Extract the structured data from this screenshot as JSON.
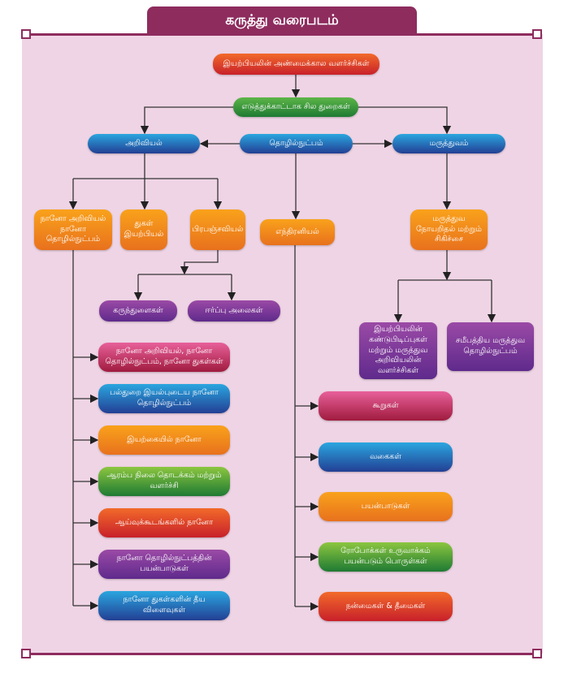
{
  "title": "கருத்து வரைபடம்",
  "colors": {
    "frame": "#8e2c5e",
    "panel": "#efd4e5"
  },
  "nodes": {
    "root": "இயற்பியலின் அண்மைக்கால வளர்ச்சிகள்",
    "examples": "எடுத்துக்காட்டாக சில துறைகள்",
    "science": "அறிவியல்",
    "technology": "தொழில்நுட்பம்",
    "medicine": "மருத்துவம்",
    "nano": "நானோ அறிவியல் நானோ தொழில்நுட்பம்",
    "particle": "துகள் இயற்பியல்",
    "cosmology": "பிரபஞ்சவியல்",
    "robotics": "எந்திரனியல்",
    "diagnosis": "மருத்துவ நோயறிதல் மற்றும் சிகிச்சை",
    "blackholes": "கருந்துளைகள்",
    "gravwaves": "ஈர்ப்பு அலைகள்",
    "discoveries": "இயற்பியலின் கண்டுபிடிப்புகள் மற்றும் மருத்துவ அறிவியலின் வளர்ச்சிகள்",
    "recent_med": "சமீபத்திய மருத்துவ தொழில்நுட்பம்"
  },
  "nano_list": [
    "நானோ அறிவியல், நானோ தொழில்நுட்பம்,  நானோ துகள்கள்",
    "பல்துறை இயல்புடைய நானோ தொழில்நுட்பம்",
    "இயற்கையில் நானோ",
    "ஆரம்ப நிலை தொடக்கம் மற்றும்  வளர்ச்சி",
    "ஆய்வுக்கூடங்களில் நானோ",
    "நானோ தொழில்நுட்பத்தின் பயன்பாடுகள்",
    "நானோ துகள்களின் தீய விளைவுகள்"
  ],
  "robot_list": [
    "கூறுகள்",
    "வகைகள்",
    "பயன்பாடுகள்",
    "ரோபோக்கள் உருவாக்கம் பயன்படும் பொருள்கள்",
    "நன்மைகள் & தீமைகள்"
  ]
}
